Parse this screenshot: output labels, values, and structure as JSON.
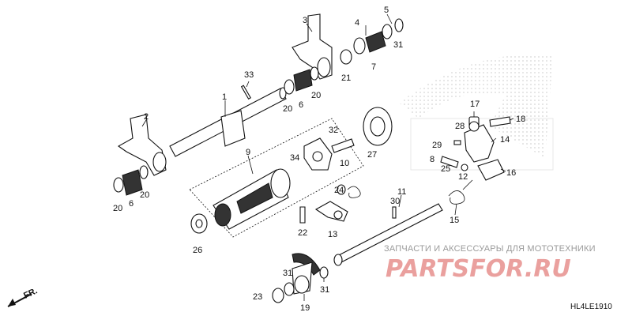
{
  "diagram": {
    "code": "HL4LE1910",
    "direction_label": "FR.",
    "watermark_caption": "ЗАПЧАСТИ И АКСЕССУАРЫ ДЛЯ МОТОТЕХНИКИ",
    "watermark_brand": "PARTSFOR.RU",
    "callouts": [
      "1",
      "2",
      "3",
      "4",
      "5",
      "6",
      "6",
      "7",
      "8",
      "9",
      "10",
      "11",
      "12",
      "13",
      "14",
      "15",
      "16",
      "17",
      "18",
      "19",
      "20",
      "20",
      "20",
      "20",
      "21",
      "22",
      "23",
      "24",
      "25",
      "26",
      "27",
      "28",
      "29",
      "30",
      "31",
      "31",
      "31",
      "32",
      "33",
      "34"
    ]
  }
}
